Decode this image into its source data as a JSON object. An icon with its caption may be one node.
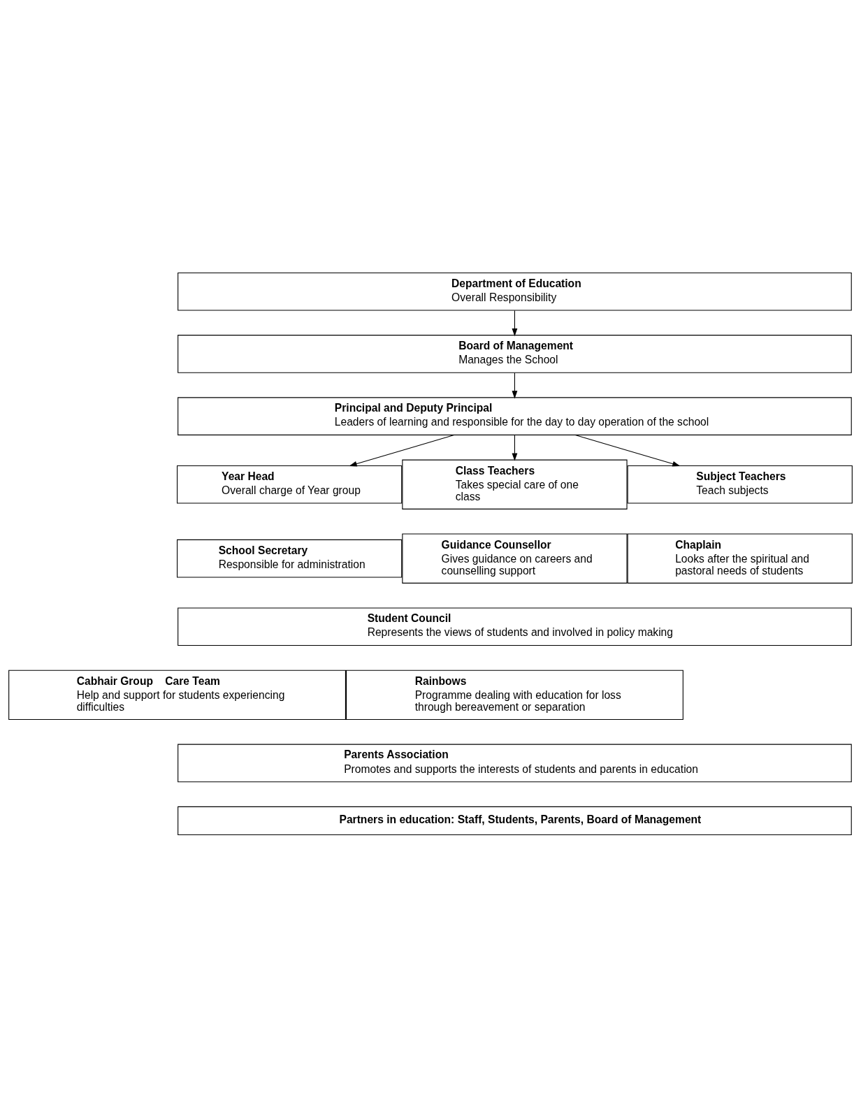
{
  "diagram": {
    "nodes": [
      {
        "text": [
          "Department of Education",
          "Overall Responsibility"
        ]
      },
      {
        "text": [
          "Board of Management",
          "Manages the School"
        ]
      },
      {
        "text": [
          "Principal and Deputy Principal",
          "Leaders of learning and responsible for the day to day operation of the school"
        ]
      },
      {
        "text": [
          "Year Head",
          "Overall charge of Year group"
        ]
      },
      {
        "text": [
          "Class Teachers",
          "Takes special care of one class"
        ]
      },
      {
        "text": [
          "Subject Teachers",
          "Teach subjects"
        ]
      },
      {
        "text": [
          "School Secretary",
          "Responsible for administration"
        ]
      },
      {
        "text": [
          "Guidance Counsellor",
          "Gives guidance on careers and counselling support"
        ]
      },
      {
        "text": [
          "Chaplain",
          "Looks after the spiritual and pastoral needs of students"
        ]
      },
      {
        "text": [
          "Student Council",
          "Represents the views of students and involved in policy making"
        ]
      },
      {
        "text": [
          "Cabhair Group    Care Team",
          "Help and support for students experiencing difficulties"
        ]
      },
      {
        "text": [
          "Rainbows",
          "Programme dealing with education for loss through bereavement or separation"
        ]
      },
      {
        "text": [
          "Parents Association",
          "Promotes and supports the interests of students and parents in education"
        ]
      },
      {
        "text": [
          "Partners in education: Staff, Students, Parents, Board of Management"
        ]
      }
    ],
    "edges": [
      {
        "from": 0,
        "to": 1,
        "arrow": "to"
      },
      {
        "from": 1,
        "to": 2,
        "arrow": "to"
      },
      {
        "from": 2,
        "to": 3,
        "arrow": "to"
      },
      {
        "from": 2,
        "to": 4,
        "arrow": "to"
      },
      {
        "from": 2,
        "to": 5,
        "arrow": "to"
      }
    ]
  }
}
